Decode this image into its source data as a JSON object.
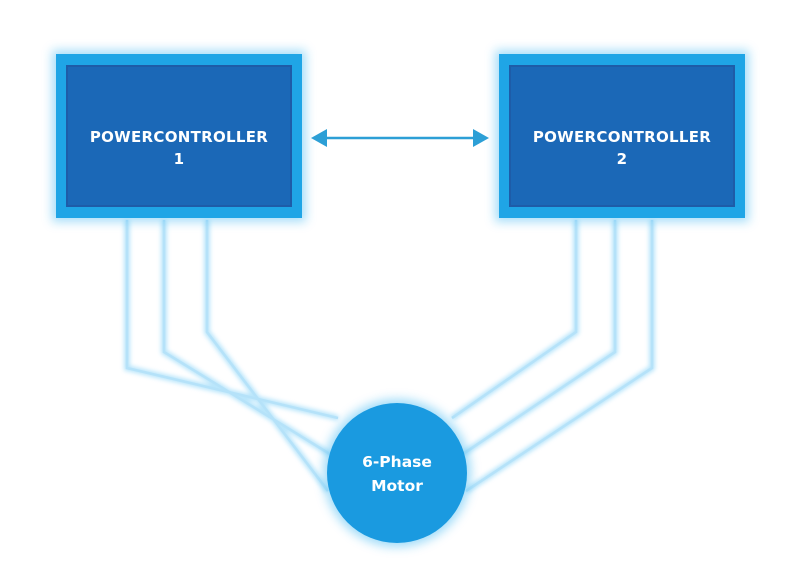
{
  "controller_1": {
    "line1": "POWERCONTROLLER",
    "line2": "1"
  },
  "controller_2": {
    "line1": "POWERCONTROLLER",
    "line2": "2"
  },
  "motor": {
    "line1": "6-Phase",
    "line2": "Motor"
  },
  "colors": {
    "box_outer": "#1fa5e6",
    "box_inner": "#1b68b7",
    "box_border": "#1e5ca8",
    "glow": "#6ec9f5",
    "wire": "#a9dcf7",
    "arrow": "#2c9fd6",
    "motor_fill": "#1a9ae0"
  }
}
